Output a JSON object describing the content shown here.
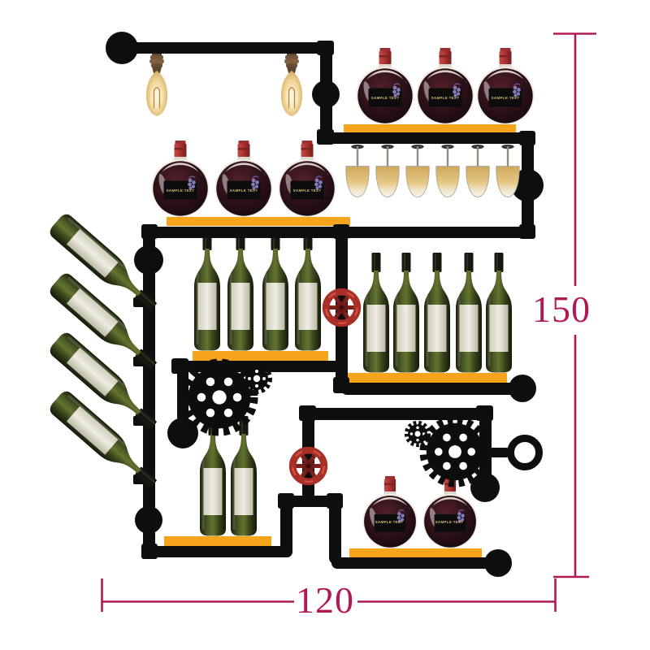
{
  "figure": {
    "title": "Industrial pipe wall wine rack illustration",
    "dimension_height_label": "150",
    "dimension_width_label": "120"
  },
  "labels": {
    "carafe_label": "SAMPLE TEXT"
  },
  "colors": {
    "pipe": "#0e0e0e",
    "shelf": "#f6a41b",
    "dim": "#b01a53",
    "valve": "#a93028",
    "gold": "#e2c47e",
    "wine": "#1f0c12",
    "cap-red": "#a93534",
    "bulb": "#e8c06a",
    "bottle-green": "#4c5a26"
  },
  "counts": {
    "round_carafes_top_shelf": 3,
    "round_carafes_middle_shelf": 3,
    "round_carafes_bottom_shelf": 2,
    "hanging_wine_glasses": 6,
    "standing_bottles_left_shelf": 4,
    "standing_bottles_right_shelf": 5,
    "standing_bottles_bottom_shelf": 2,
    "tilted_bottles": 4,
    "light_bulbs": 2,
    "gears": 4,
    "valves": 2
  }
}
